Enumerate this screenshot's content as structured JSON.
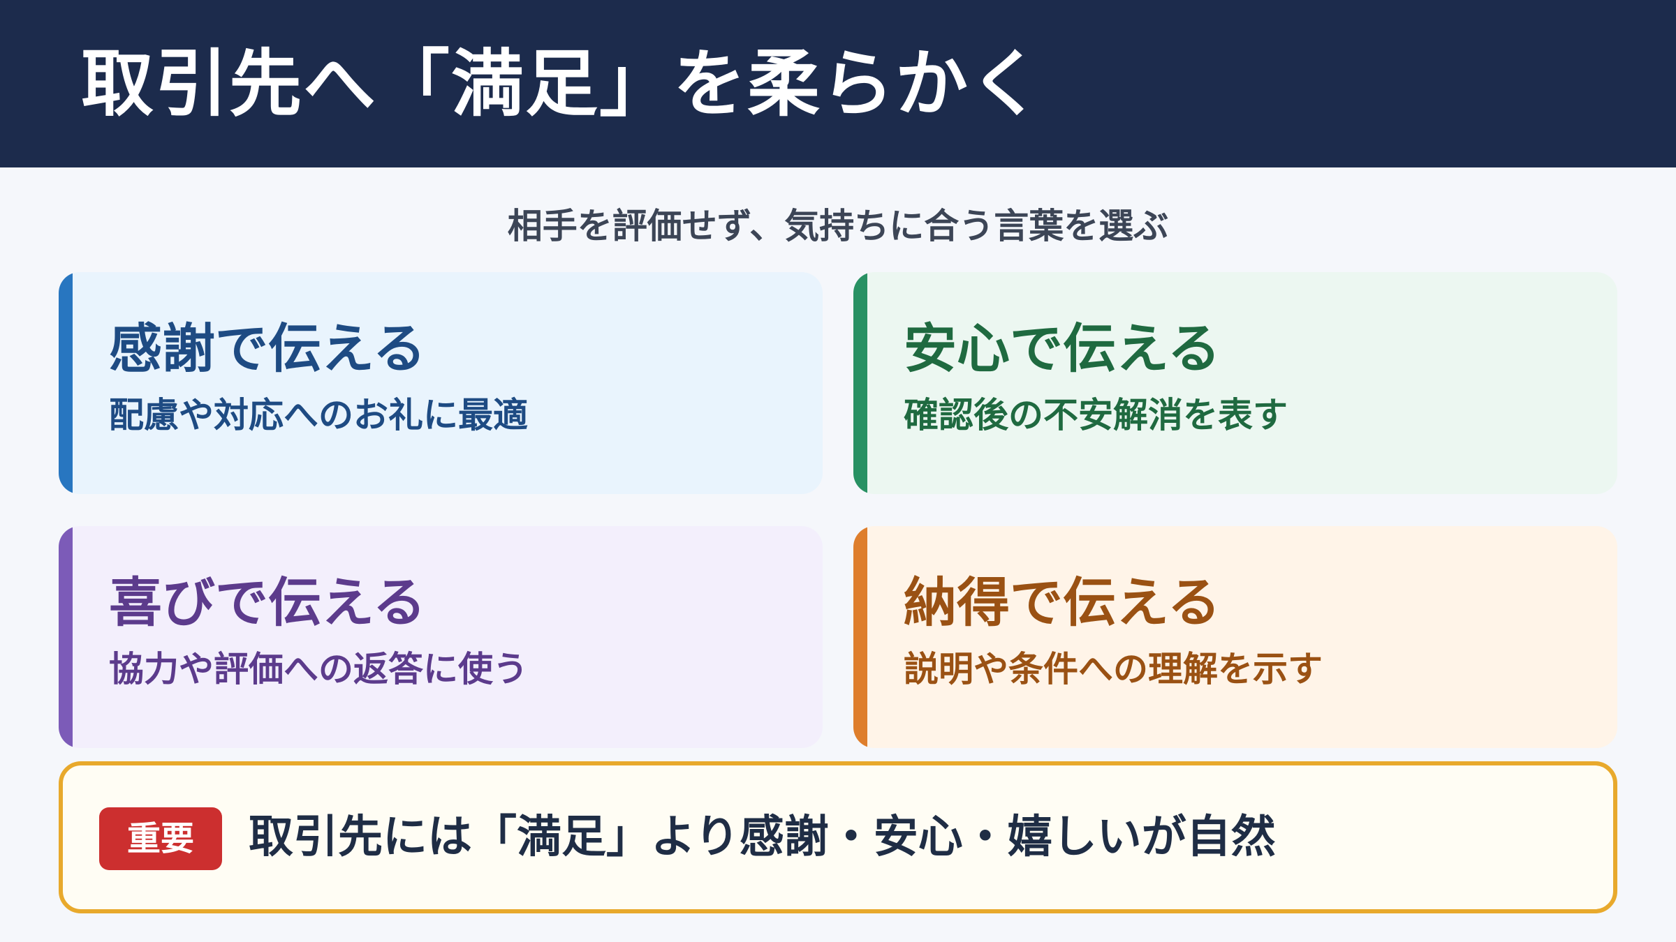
{
  "header": {
    "title": "取引先へ「満足」を柔らかく"
  },
  "subtitle": "相手を評価せず、気持ちに合う言葉を選ぶ",
  "cards": [
    {
      "title": "感謝で伝える",
      "description": "配慮や対応へのお礼に最適",
      "bg_color": "#e9f4fd",
      "accent_color": "#2876c0",
      "text_color": "#1e4b83"
    },
    {
      "title": "安心で伝える",
      "description": "確認後の不安解消を表す",
      "bg_color": "#ecf7f1",
      "accent_color": "#289163",
      "text_color": "#1f6a40"
    },
    {
      "title": "喜びで伝える",
      "description": "協力や評価への返答に使う",
      "bg_color": "#f3effc",
      "accent_color": "#7c5bb8",
      "text_color": "#5c3b8c"
    },
    {
      "title": "納得で伝える",
      "description": "説明や条件への理解を示す",
      "bg_color": "#fff4e8",
      "accent_color": "#de7e2c",
      "text_color": "#9a5113"
    }
  ],
  "note": {
    "badge": "重要",
    "text": "取引先には「満足」より感謝・安心・嬉しいが自然",
    "border_color": "#e8a92c",
    "badge_color": "#cc2f2f"
  }
}
